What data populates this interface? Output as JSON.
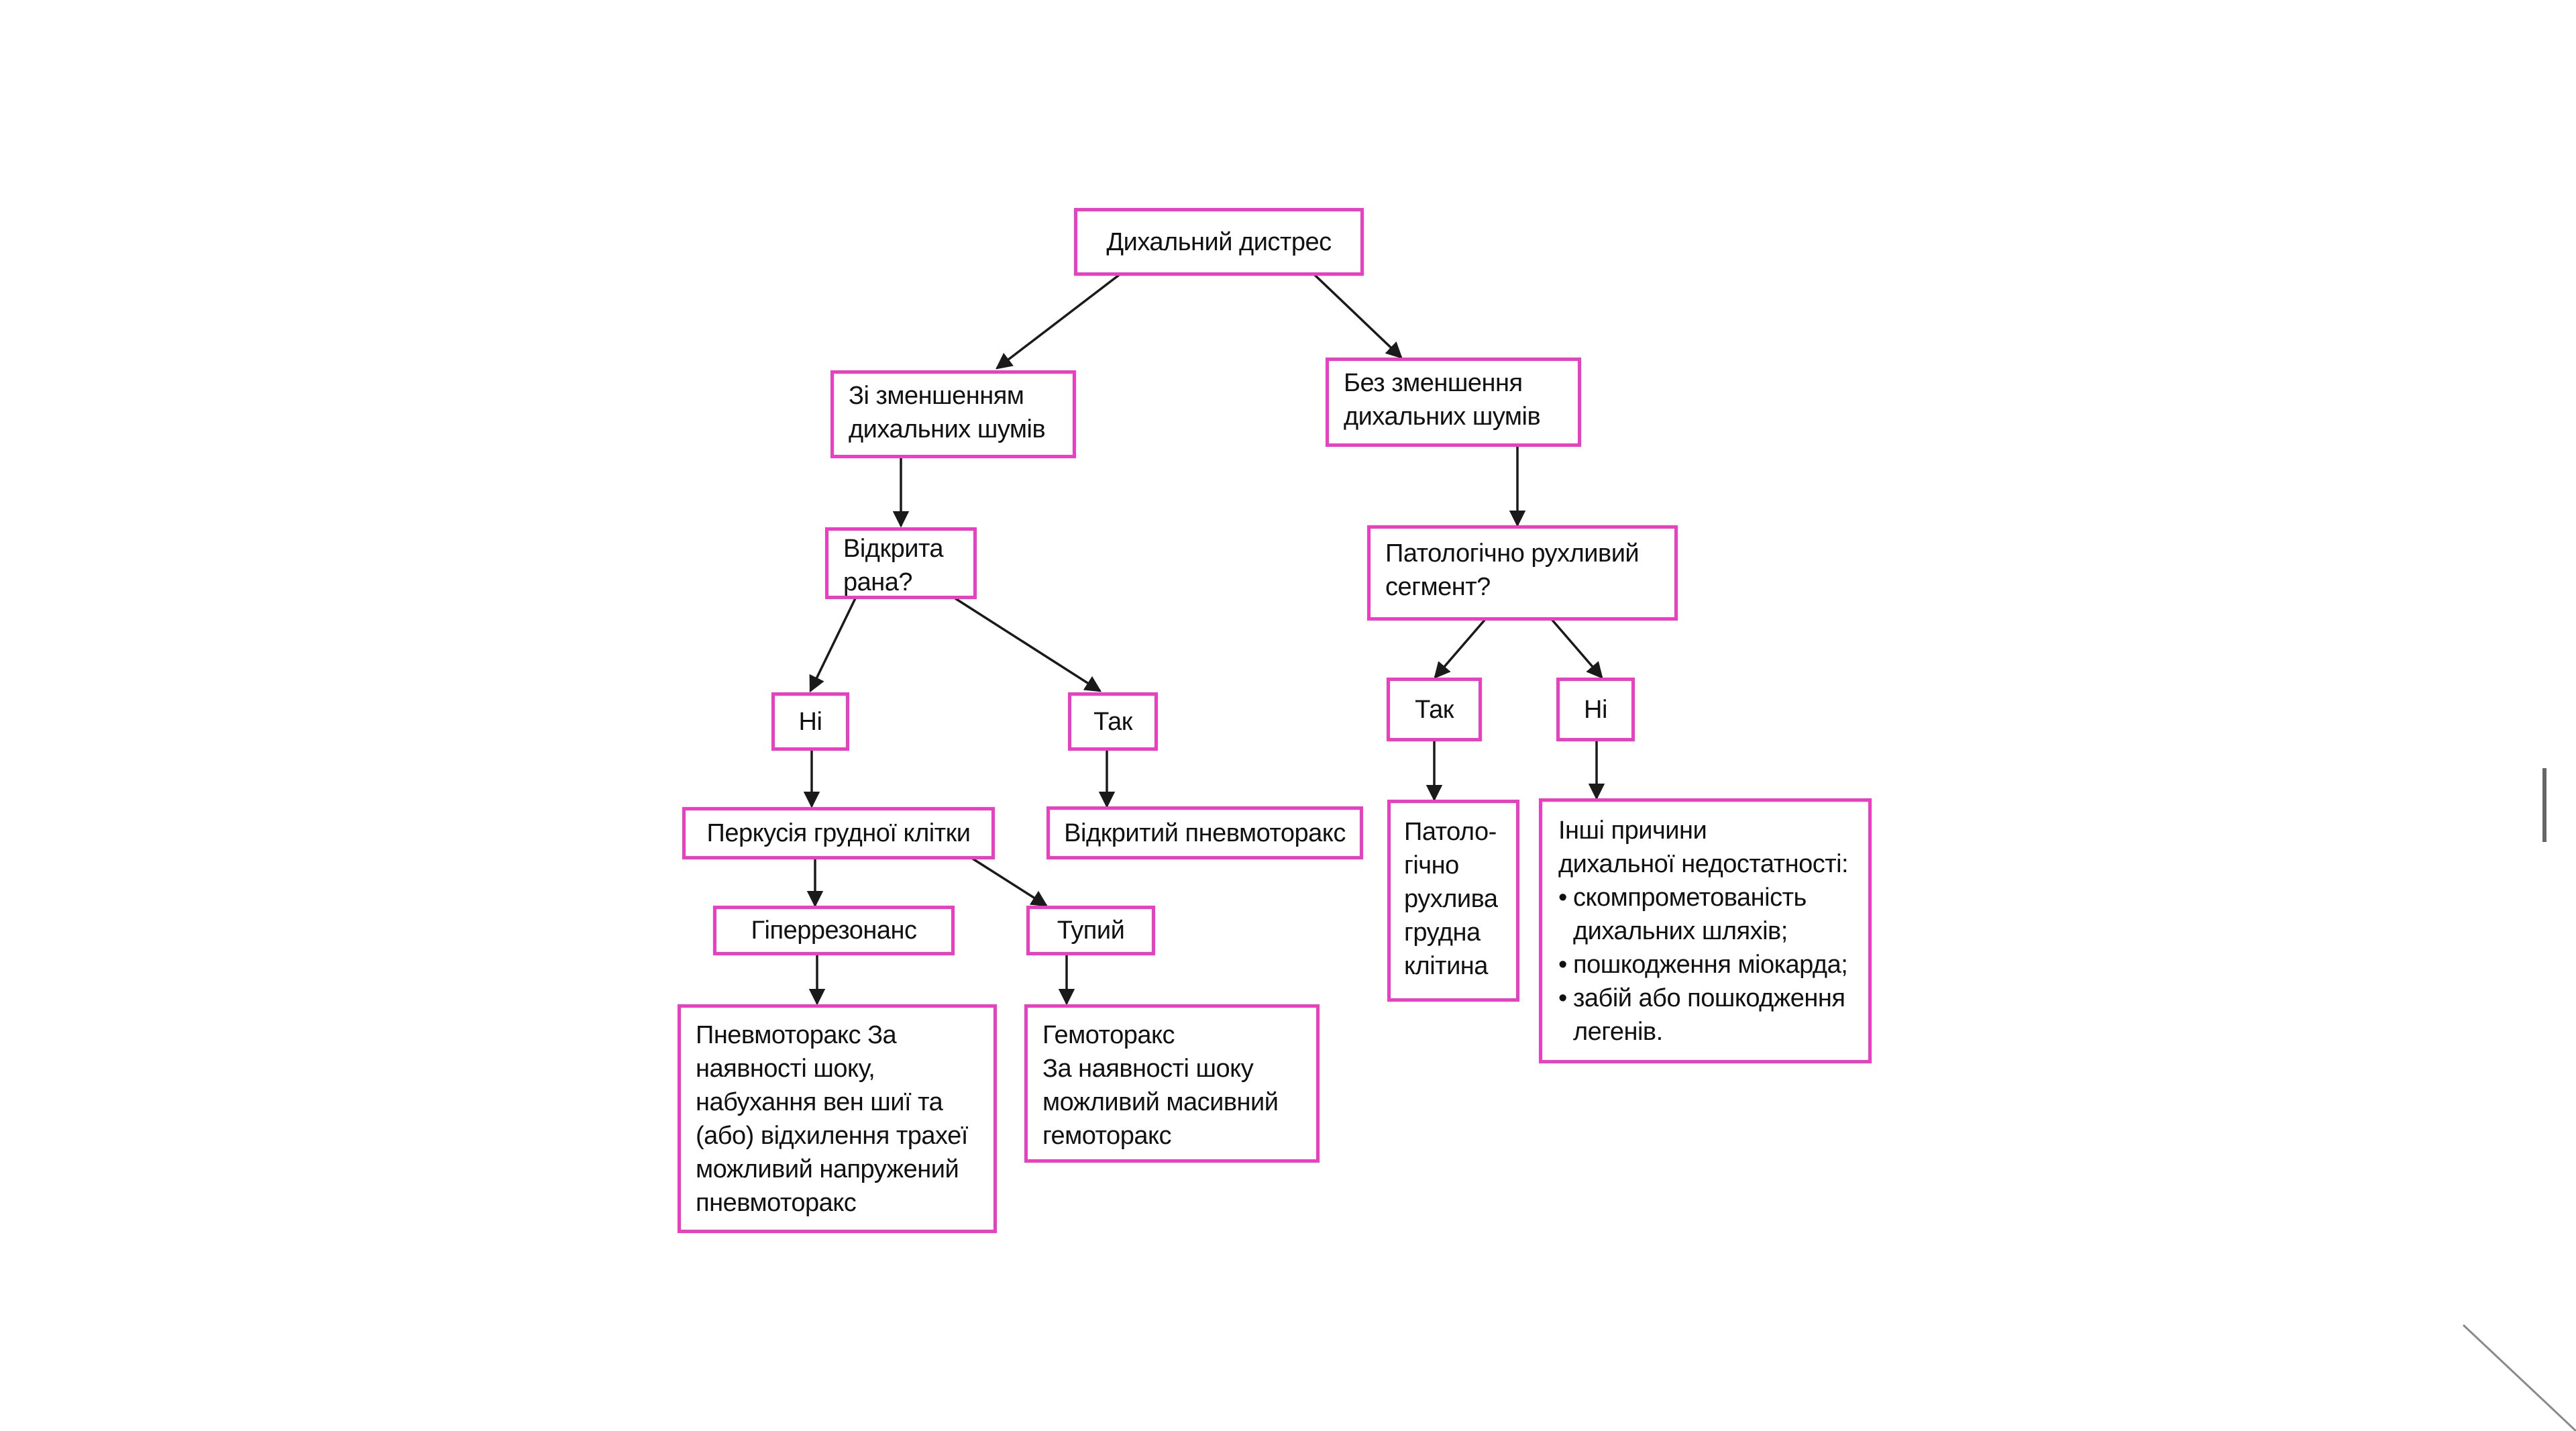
{
  "diagram": {
    "accent_color": "#ee3cc4",
    "line_color": "#1a1a1a",
    "nodes": {
      "root": {
        "lines": [
          "Дихальний дистрес"
        ]
      },
      "with_reduced": {
        "lines": [
          "Зі зменшенням",
          "дихальних шумів"
        ]
      },
      "without_reduced": {
        "lines": [
          "Без зменшення",
          "дихальних шумів"
        ]
      },
      "open_wound": {
        "lines": [
          "Відкрита",
          "рана?"
        ]
      },
      "no_left": {
        "lines": [
          "Ні"
        ]
      },
      "yes_left": {
        "lines": [
          "Так"
        ]
      },
      "chest_percussion": {
        "lines": [
          "Перкусія грудної клітки"
        ]
      },
      "open_pneumothorax": {
        "lines": [
          "Відкритий пневмоторакс"
        ]
      },
      "hyperresonance": {
        "lines": [
          "Гіперрезонанс"
        ]
      },
      "dull": {
        "lines": [
          "Тупий"
        ]
      },
      "pneumothorax_result": {
        "lines": [
          "Пневмоторакс За",
          "наявності шоку,",
          "набухання вен шиї та",
          "(або) відхилення трахеї",
          "можливий напружений",
          "пневмоторакс"
        ]
      },
      "hemothorax_result": {
        "lines": [
          "Гемоторакс",
          "За наявності шоку",
          "можливий масивний",
          "гемоторакс"
        ]
      },
      "flail_segment": {
        "lines": [
          "Патологічно рухливий",
          "сегмент?"
        ]
      },
      "yes_right": {
        "lines": [
          "Так"
        ]
      },
      "no_right": {
        "lines": [
          "Ні"
        ]
      },
      "flail_chest": {
        "lines": [
          "Патоло-",
          "гічно",
          "рухлива",
          "грудна",
          "клітина"
        ]
      },
      "other_causes": {
        "lines": [
          "Інші причини",
          "дихальної недостатності:"
        ],
        "bullets": [
          "скомпрометованість дихальних шляхів;",
          "пошкодження міокарда;",
          "забій або пошкодження легенів."
        ]
      }
    }
  }
}
